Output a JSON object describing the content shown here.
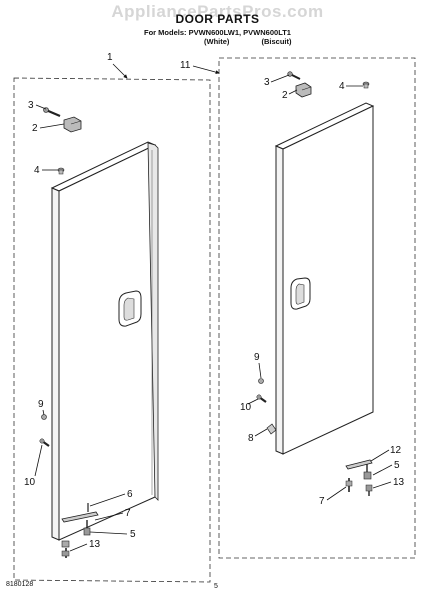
{
  "header": {
    "watermark": "AppliancePartsPros.com",
    "title": "DOOR PARTS",
    "models": "For Models: PVWN600LW1, PVWN600LT1",
    "finish_white": "(White)",
    "finish_biscuit": "(Biscuit)"
  },
  "footer": {
    "doc_number": "8180128",
    "page_number": "5"
  },
  "left_assembly": {
    "callouts": [
      "1",
      "3",
      "2",
      "4",
      "9",
      "10",
      "6",
      "7",
      "5",
      "13"
    ]
  },
  "right_assembly": {
    "callouts": [
      "11",
      "3",
      "2",
      "4",
      "9",
      "10",
      "8",
      "12",
      "5",
      "7",
      "13"
    ]
  }
}
